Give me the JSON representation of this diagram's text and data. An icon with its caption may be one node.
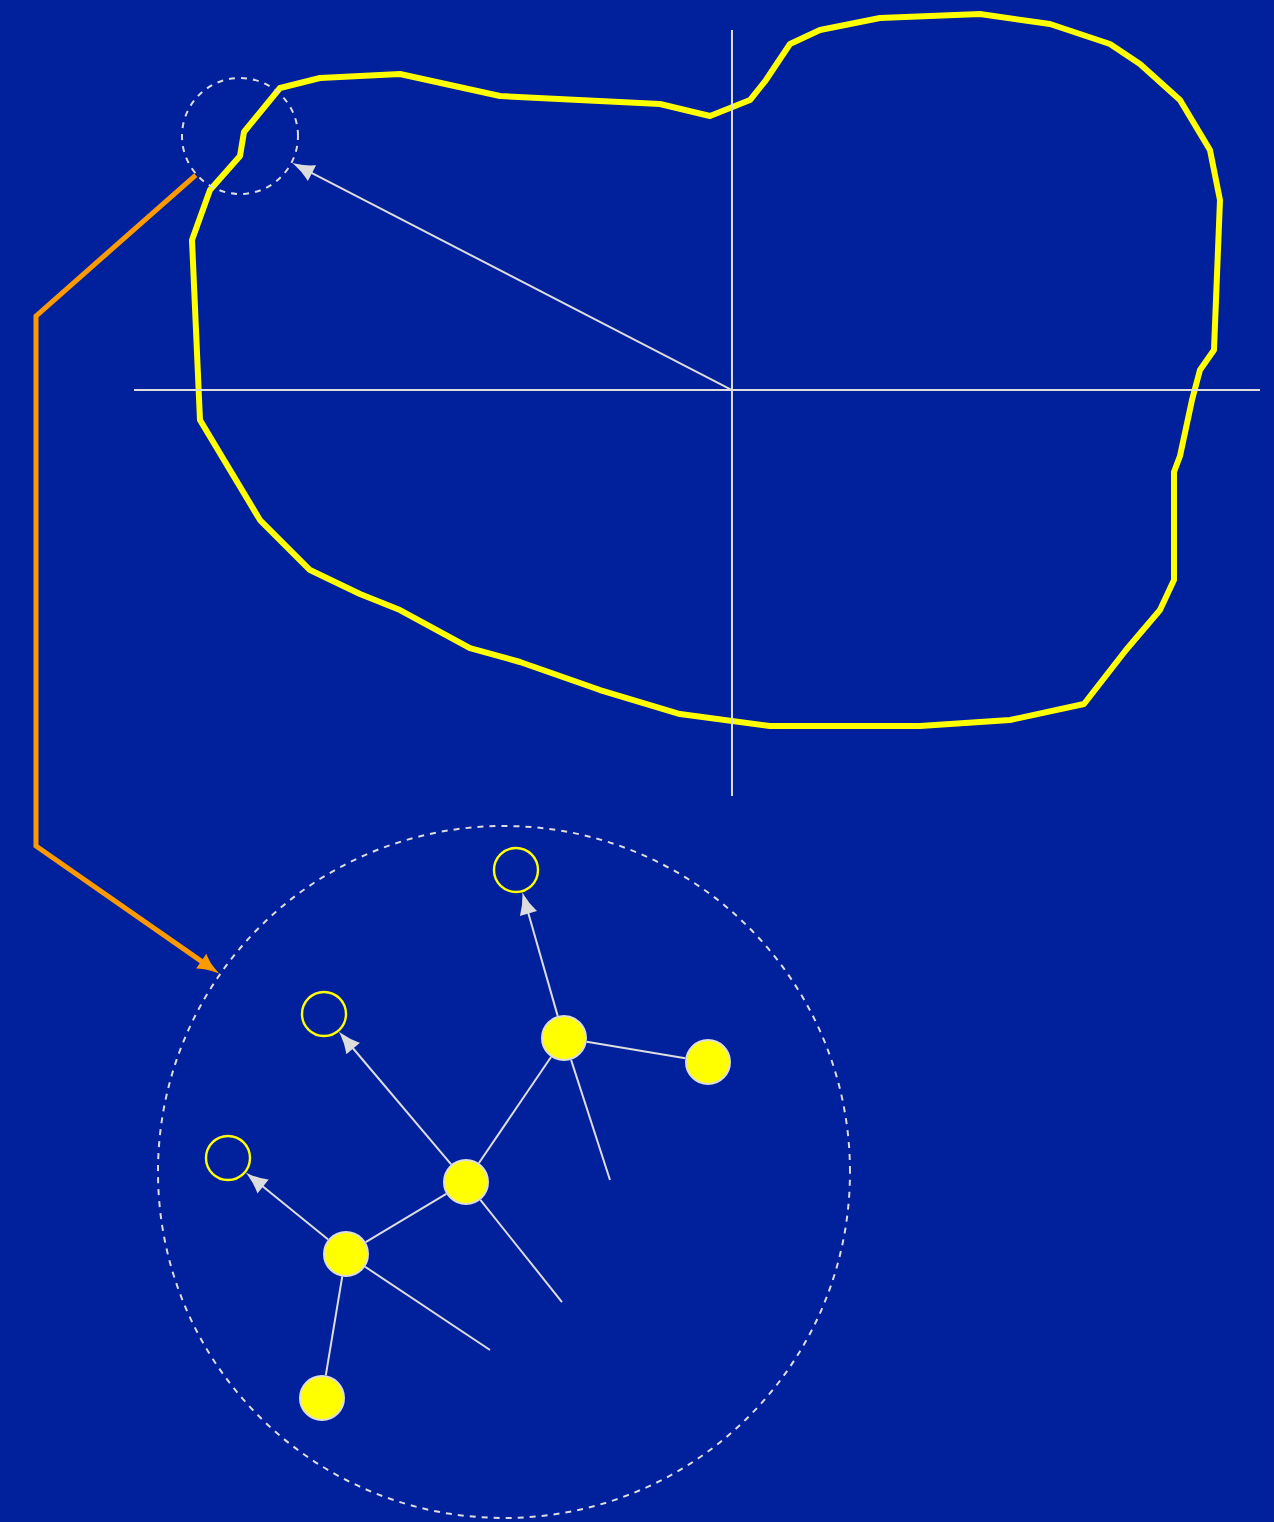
{
  "diagram": {
    "nodes": [
      {
        "text": [],
        "shape": "circle"
      },
      {
        "text": [],
        "shape": "circle"
      },
      {
        "text": [],
        "shape": "circle",
        "in": 1
      },
      {
        "text": [],
        "shape": "circle",
        "in": 1
      },
      {
        "text": [],
        "shape": "dot",
        "in": 1
      },
      {
        "text": [],
        "shape": "dot",
        "in": 1
      },
      {
        "text": [],
        "shape": "circle",
        "in": 1
      },
      {
        "text": [],
        "shape": "dot",
        "in": 1
      },
      {
        "text": [],
        "shape": "dot",
        "in": 1
      },
      {
        "text": [],
        "shape": "dot",
        "in": 1
      }
    ],
    "edges": [
      {
        "from": 0,
        "to": 1,
        "arrow": "to",
        "style": "thick",
        "color": "#ff9900"
      },
      {
        "from": null,
        "to": 0,
        "arrow": "to"
      },
      {
        "from": 4,
        "to": 2,
        "arrow": "to"
      },
      {
        "from": 4,
        "to": 5,
        "arrow": "none"
      },
      {
        "from": 4,
        "to": null,
        "arrow": "none"
      },
      {
        "from": 7,
        "to": 3,
        "arrow": "to"
      },
      {
        "from": 7,
        "to": 4,
        "arrow": "none"
      },
      {
        "from": 7,
        "to": null,
        "arrow": "none"
      },
      {
        "from": 8,
        "to": 6,
        "arrow": "to"
      },
      {
        "from": 8,
        "to": 7,
        "arrow": "none"
      },
      {
        "from": 8,
        "to": null,
        "arrow": "none"
      },
      {
        "from": 8,
        "to": 9,
        "arrow": "none"
      }
    ]
  }
}
